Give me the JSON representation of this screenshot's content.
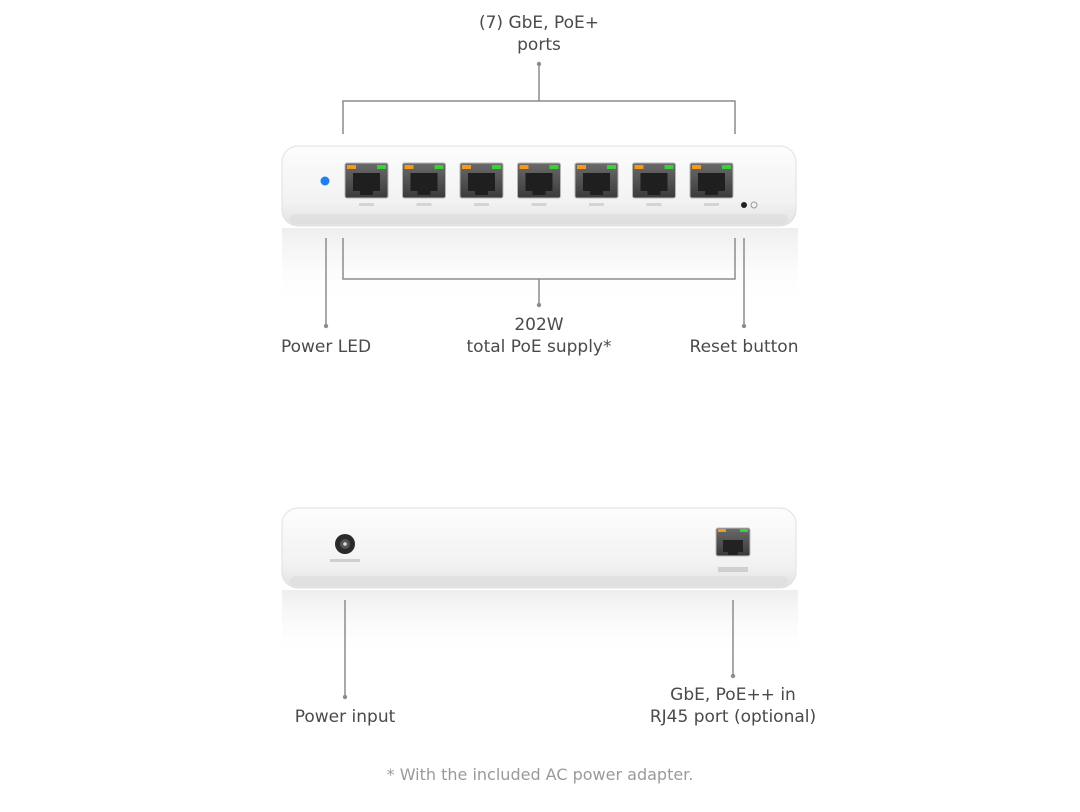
{
  "front": {
    "ports_label_line1": "(7) GbE, PoE+",
    "ports_label_line2": "ports",
    "power_led_label": "Power LED",
    "poe_supply_line1": "202W",
    "poe_supply_line2": "total PoE supply*",
    "reset_label": "Reset button",
    "port_count": 7
  },
  "back": {
    "power_input_label": "Power input",
    "poe_in_line1": "GbE, PoE++ in",
    "poe_in_line2": "RJ45 port (optional)"
  },
  "footnote": "* With the included AC power adapter.",
  "colors": {
    "callout_line": "#8c8c8c",
    "power_led": "#1e7ff0",
    "port_led_orange": "#f39a1e",
    "port_led_green": "#3ccf3c"
  }
}
